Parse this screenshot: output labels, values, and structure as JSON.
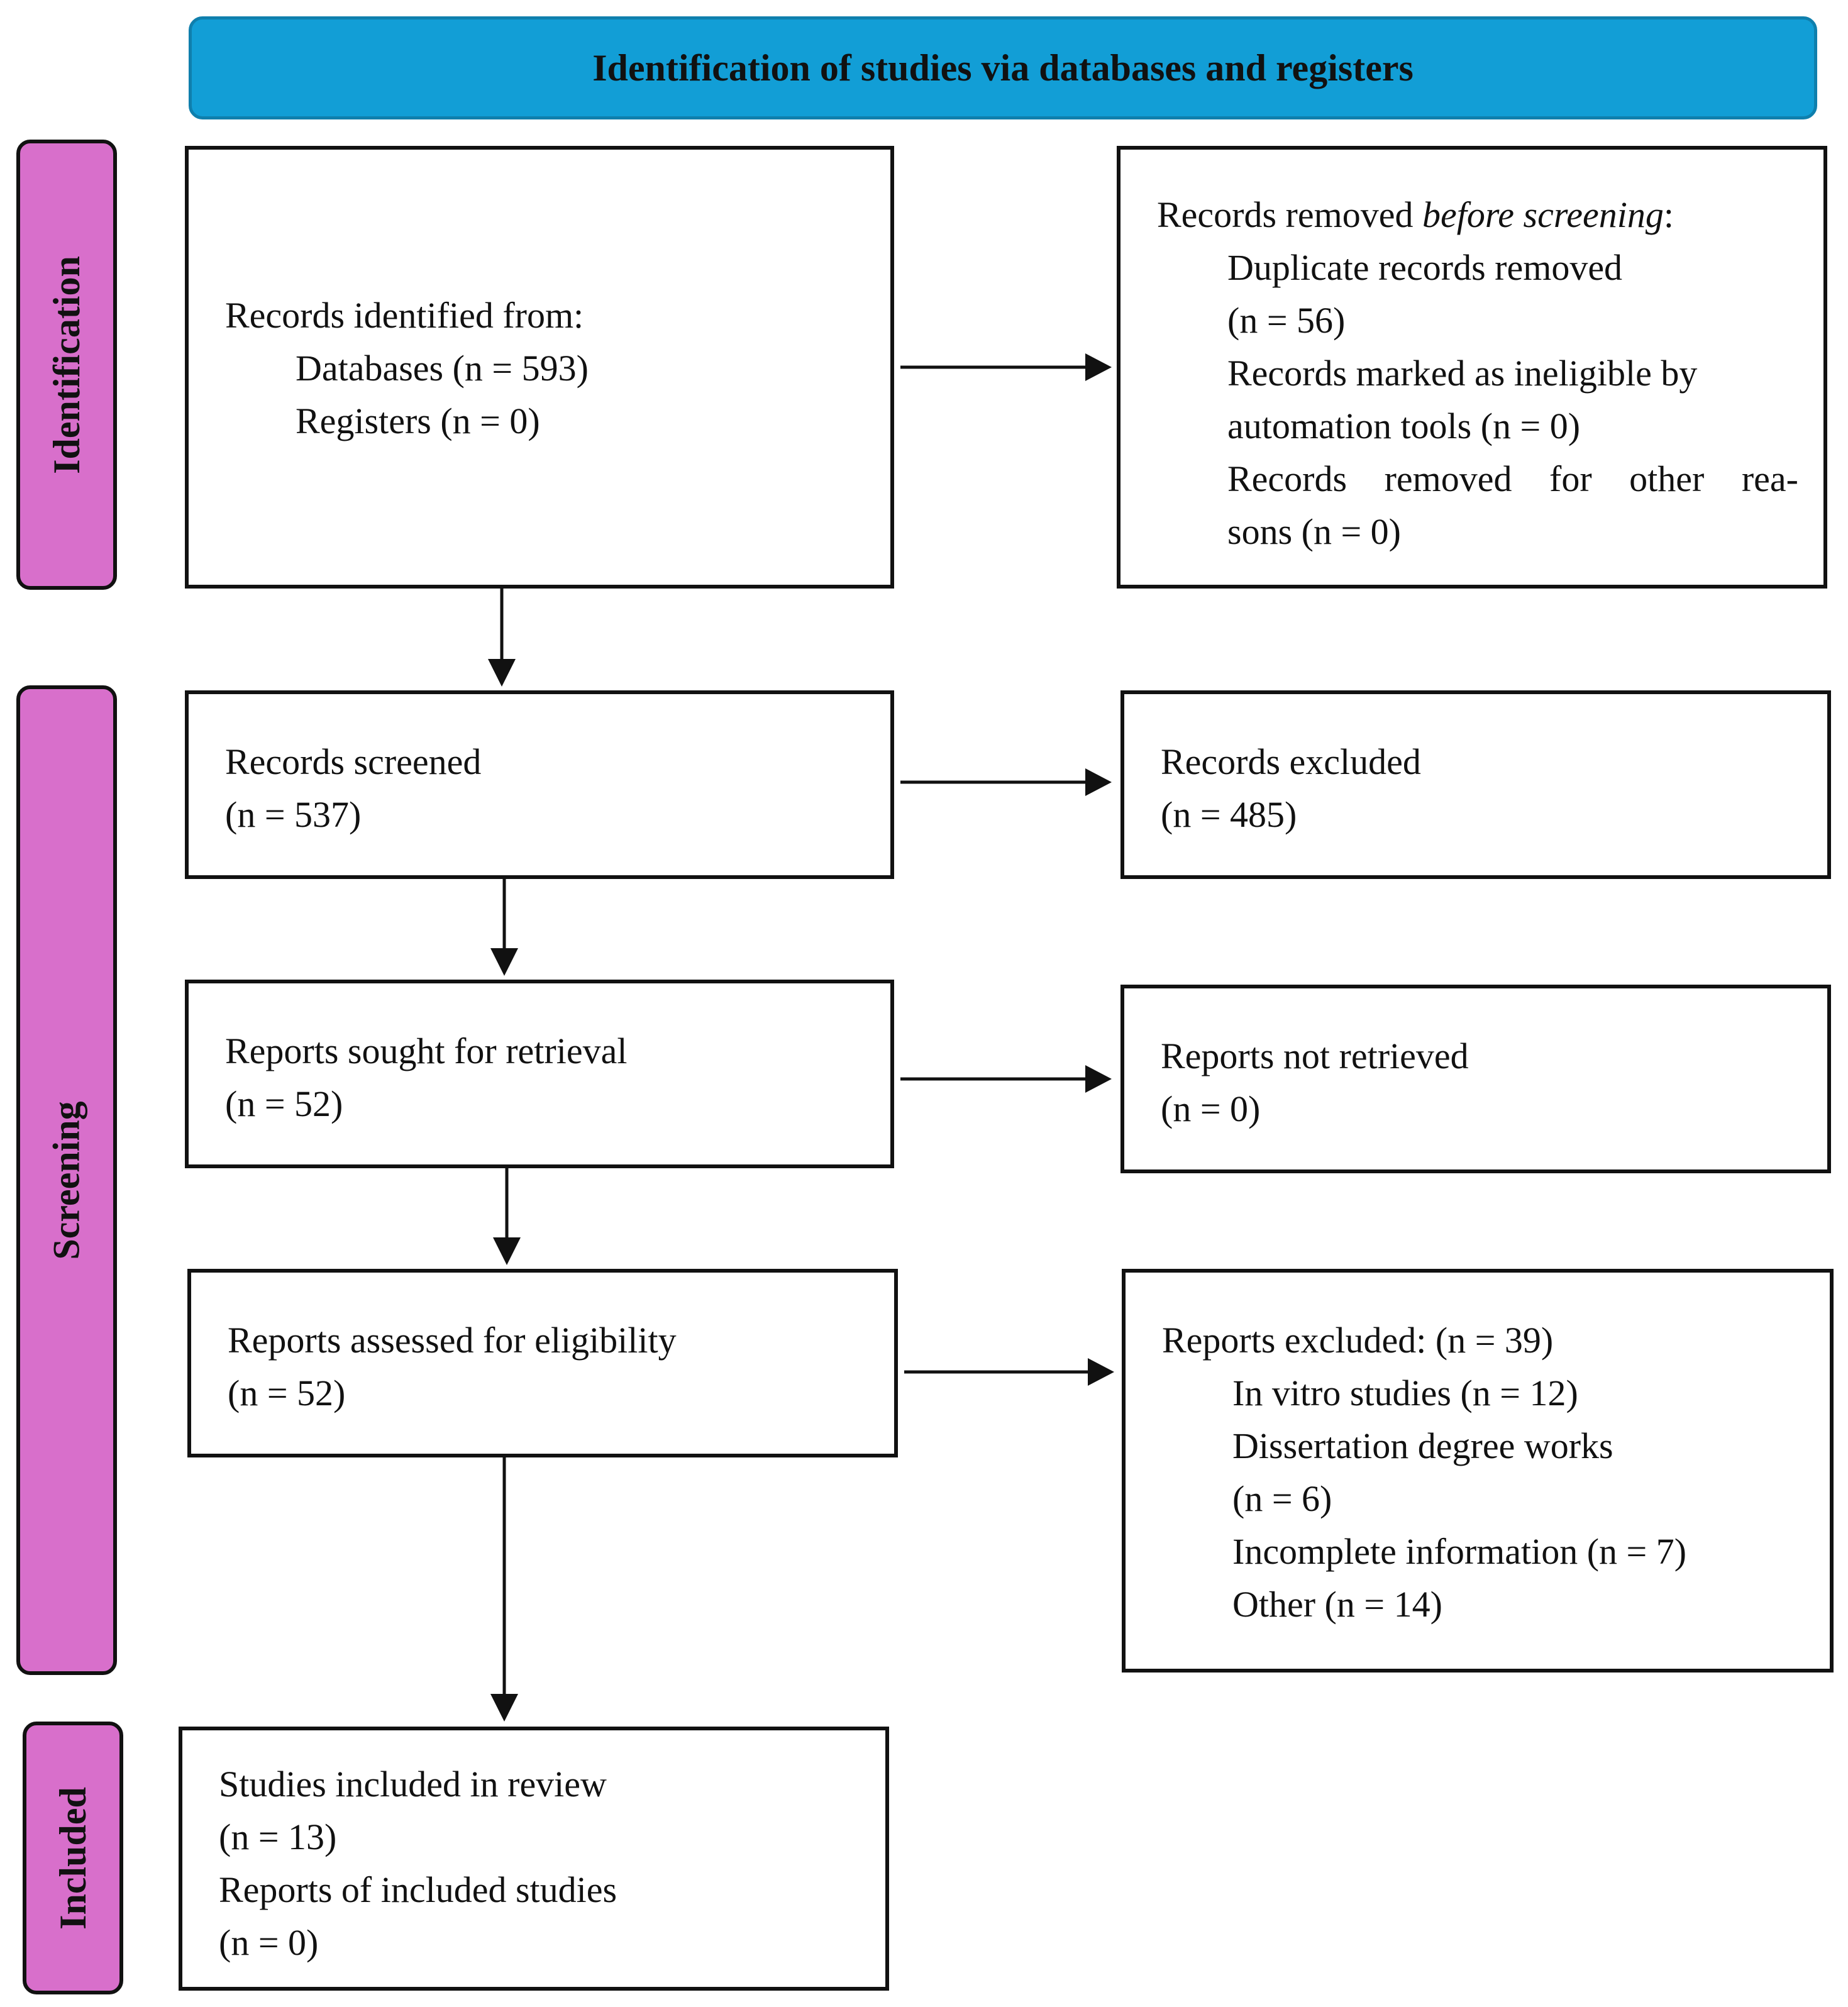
{
  "header": {
    "title": "Identification of studies via databases and registers"
  },
  "phases": {
    "identification": "Identification",
    "screening": "Screening",
    "included": "Included"
  },
  "identified": {
    "title": "Records identified from:",
    "databases": "Databases (n = 593)",
    "registers": "Registers (n = 0)"
  },
  "removed": {
    "title_prefix": "Records removed ",
    "title_emph": "before screening",
    "title_suffix": ":",
    "duplicate_1": "Duplicate records removed",
    "duplicate_2": "(n = 56)",
    "ineligible_1": "Records marked as ineligible by",
    "ineligible_2": "automation tools (n = 0)",
    "other_1a": "Records",
    "other_1b": "removed",
    "other_1c": "for",
    "other_1d": "other",
    "other_1e": "rea-",
    "other_2": "sons (n = 0)"
  },
  "screened": {
    "title": "Records screened",
    "count": "(n = 537)"
  },
  "excluded": {
    "title": "Records excluded",
    "count": "(n = 485)"
  },
  "sought": {
    "title": "Reports sought for retrieval",
    "count": "(n = 52)"
  },
  "not_retrieved": {
    "title": "Reports not retrieved",
    "count": "(n = 0)"
  },
  "assessed": {
    "title": "Reports assessed for eligibility",
    "count": "(n = 52)"
  },
  "reports_excluded": {
    "title": "Reports excluded: (n = 39)",
    "in_vitro": "In vitro studies (n = 12)",
    "dissertation_1": "Dissertation degree works",
    "dissertation_2": "(n = 6)",
    "incomplete": "Incomplete information (n = 7)",
    "other": "Other (n = 14)"
  },
  "included": {
    "studies_title": "Studies included in review",
    "studies_count": "(n = 13)",
    "reports_title": "Reports of included studies",
    "reports_count": "(n = 0)"
  }
}
